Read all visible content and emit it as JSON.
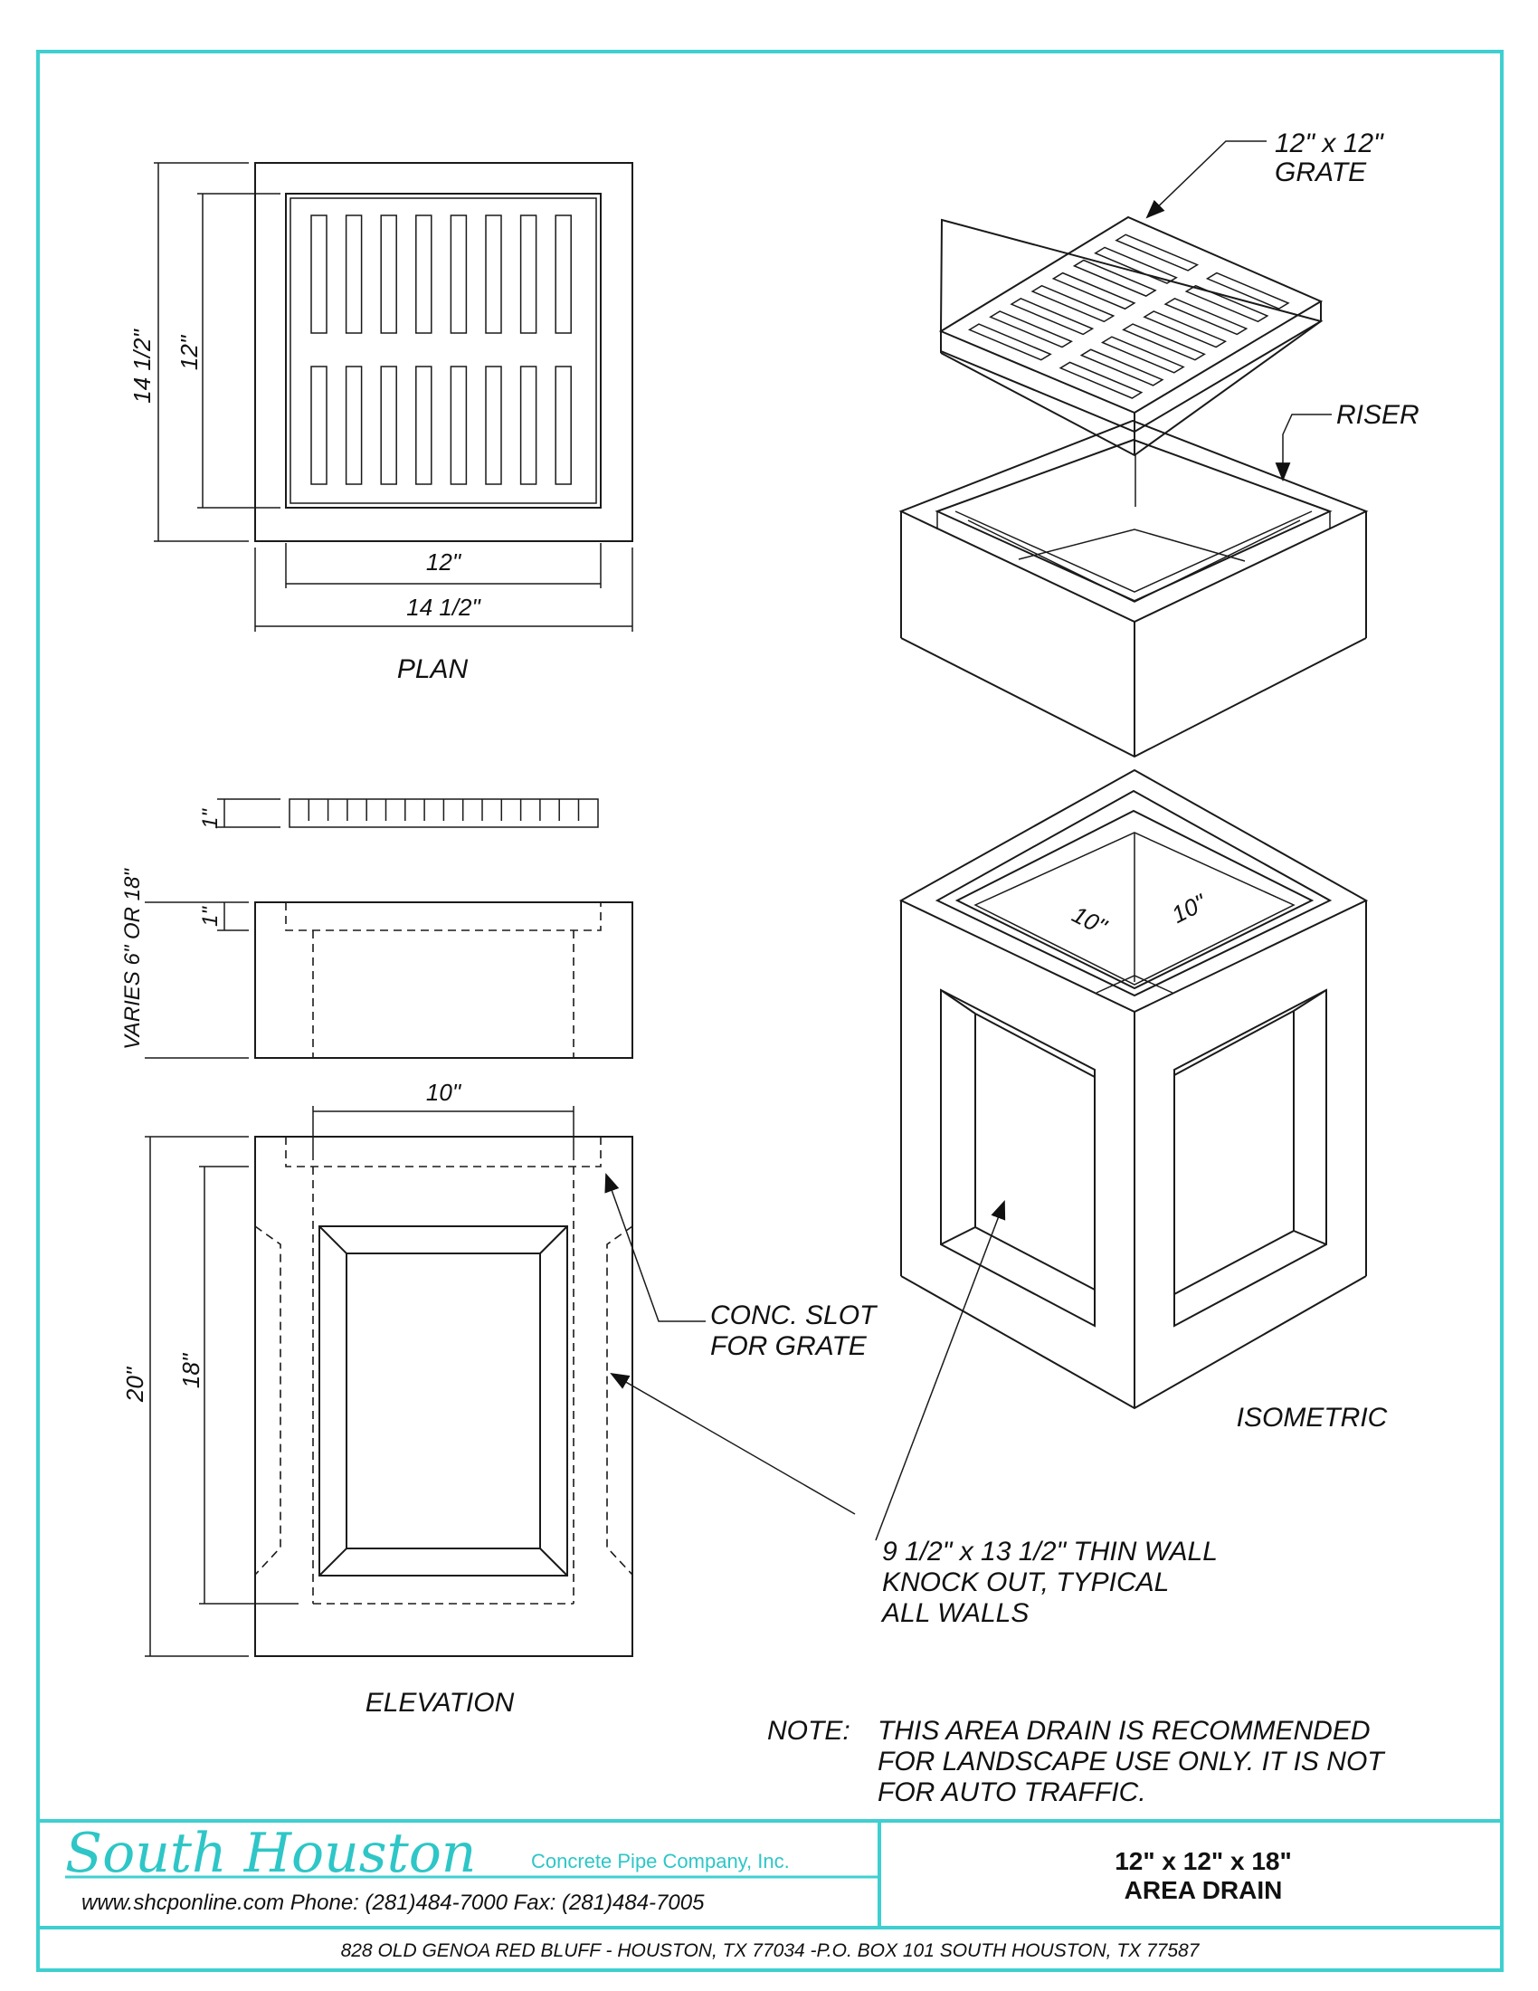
{
  "plan": {
    "title": "PLAN",
    "dim_outer_vertical": "14 1/2\"",
    "dim_inner_vertical": "12\"",
    "dim_inner_horizontal": "12\"",
    "dim_outer_horizontal": "14 1/2\""
  },
  "elevation": {
    "title": "ELEVATION",
    "dim_grate_thickness": "1\"",
    "dim_riser_height": "VARIES 6\" OR 18\"",
    "dim_slot_depth": "1\"",
    "dim_opening_width": "10\"",
    "dim_total_height": "20\"",
    "dim_inner_height": "18\""
  },
  "isometric": {
    "title": "ISOMETRIC",
    "dim_inner_a": "10\"",
    "dim_inner_b": "10\""
  },
  "callouts": {
    "grate": [
      "12\" x 12\"",
      "GRATE"
    ],
    "riser": "RISER",
    "slot": [
      "CONC. SLOT",
      "FOR GRATE"
    ],
    "knockout": [
      "9 1/2\" x 13 1/2\" THIN WALL",
      "KNOCK OUT, TYPICAL",
      "ALL WALLS"
    ]
  },
  "note": {
    "label": "NOTE:",
    "lines": [
      "THIS AREA DRAIN IS RECOMMENDED",
      "FOR LANDSCAPE USE ONLY.  IT IS NOT",
      "FOR AUTO TRAFFIC."
    ]
  },
  "title_block": {
    "company_name": "South Houston",
    "company_sub": "Concrete Pipe Company, Inc.",
    "contact": "www.shcponline.com  Phone: (281)484-7000  Fax: (281)484-7005",
    "drawing_title_line1": "12\" x 12\" x 18\"",
    "drawing_title_line2": "AREA DRAIN",
    "address": "828 OLD GENOA RED BLUFF - HOUSTON, TX 77034 -P.O. BOX 101 SOUTH HOUSTON, TX 77587"
  },
  "colors": {
    "frame": "#3fcfd0",
    "brand": "#2ec6c7",
    "ink": "#1a1a1a"
  }
}
